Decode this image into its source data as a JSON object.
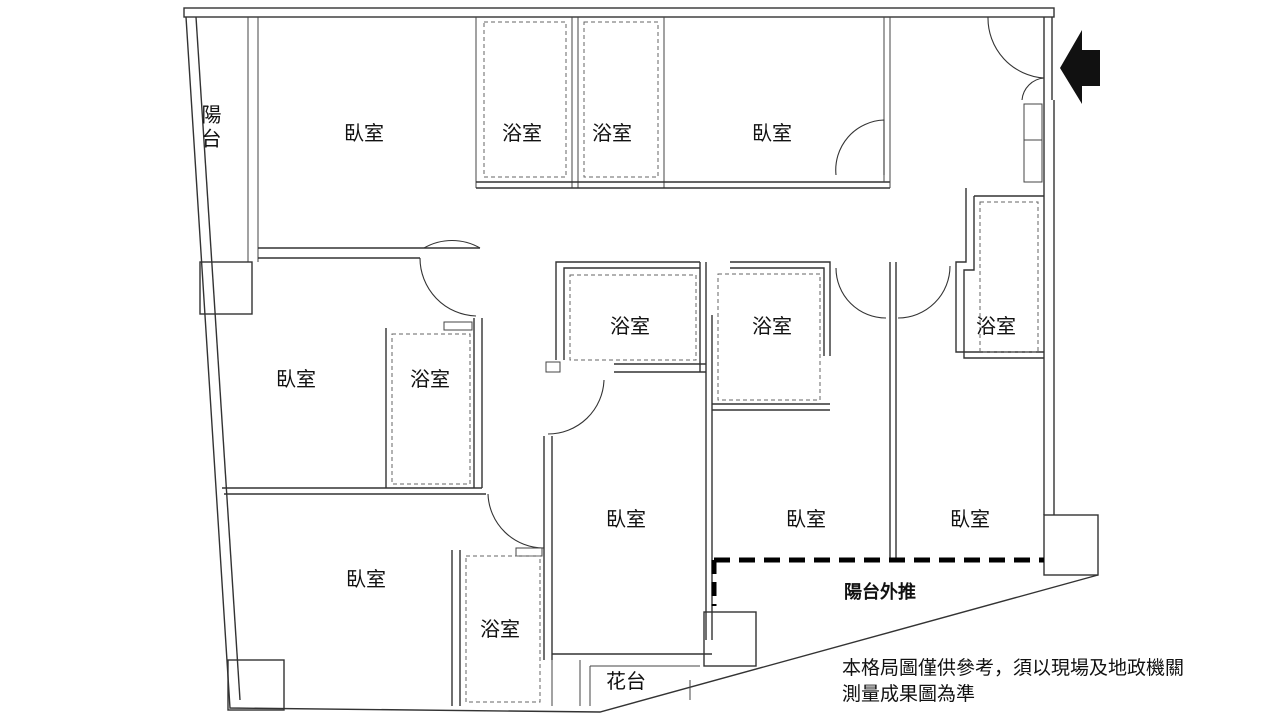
{
  "rooms": {
    "balcony_top_left": "陽台",
    "bedroom_1": "臥室",
    "bath_1": "浴室",
    "bath_2": "浴室",
    "bedroom_2": "臥室",
    "bath_3": "浴室",
    "bath_4": "浴室",
    "bath_5": "浴室",
    "bedroom_3": "臥室",
    "bath_6": "浴室",
    "bedroom_4": "臥室",
    "bedroom_5": "臥室",
    "bedroom_6": "臥室",
    "bedroom_7": "臥室",
    "bath_7": "浴室",
    "flower_bed": "花台"
  },
  "annotation": {
    "balcony_extension": "陽台外推"
  },
  "disclaimer": {
    "line1": "本格局圖僅供參考，須以現場及地政機關",
    "line2": "測量成果圖為準"
  },
  "entrance": {
    "icon": "arrow-left-icon"
  }
}
